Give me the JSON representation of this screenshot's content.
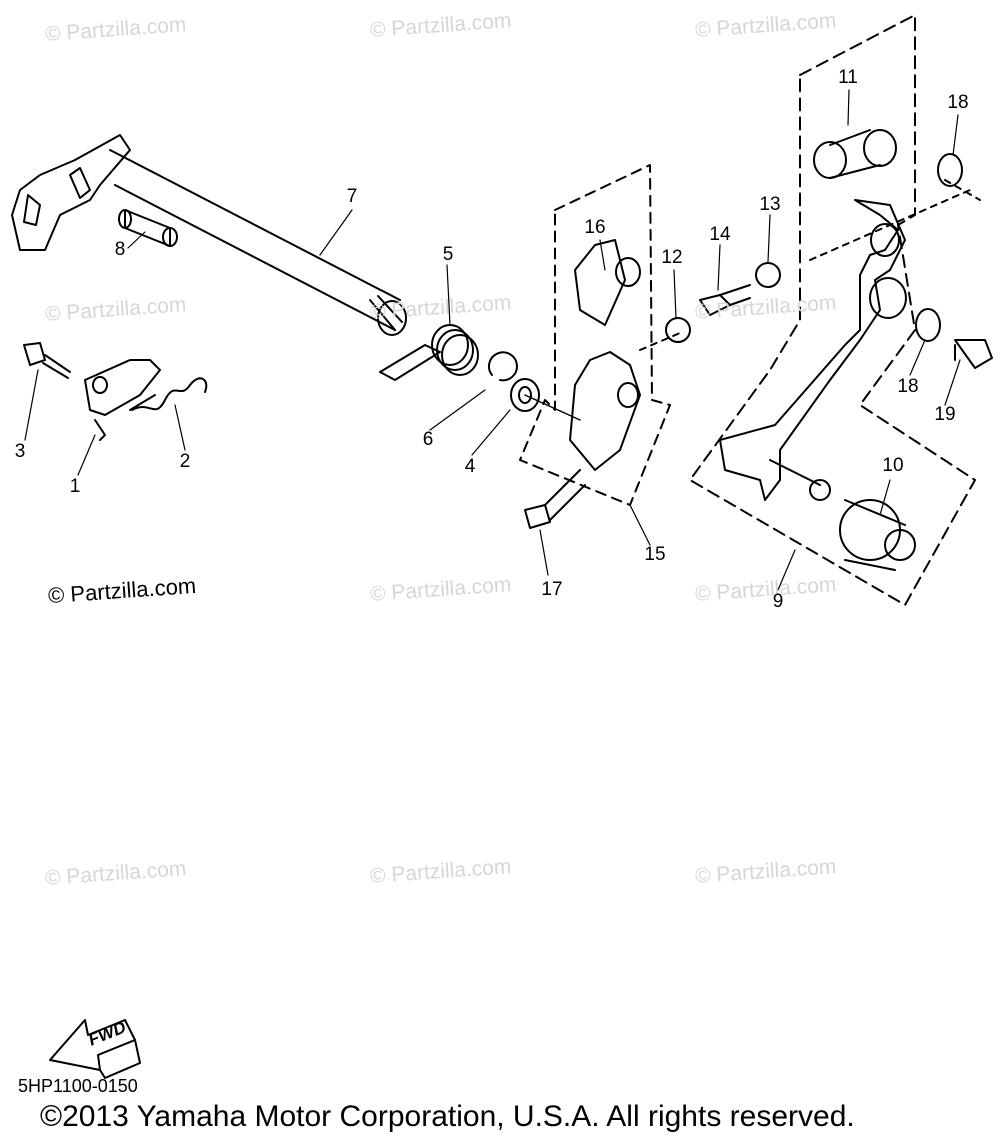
{
  "watermark": "© Partzilla.com",
  "watermark_main": "© Partzilla.com",
  "callouts": [
    "1",
    "2",
    "3",
    "4",
    "5",
    "6",
    "7",
    "8",
    "9",
    "10",
    "11",
    "12",
    "13",
    "14",
    "15",
    "16",
    "17",
    "18",
    "18",
    "19"
  ],
  "fwd_label": "FWD",
  "diagram_code": "5HP1100-0150",
  "copyright": "©2013 Yamaha Motor Corporation, U.S.A. All rights reserved."
}
